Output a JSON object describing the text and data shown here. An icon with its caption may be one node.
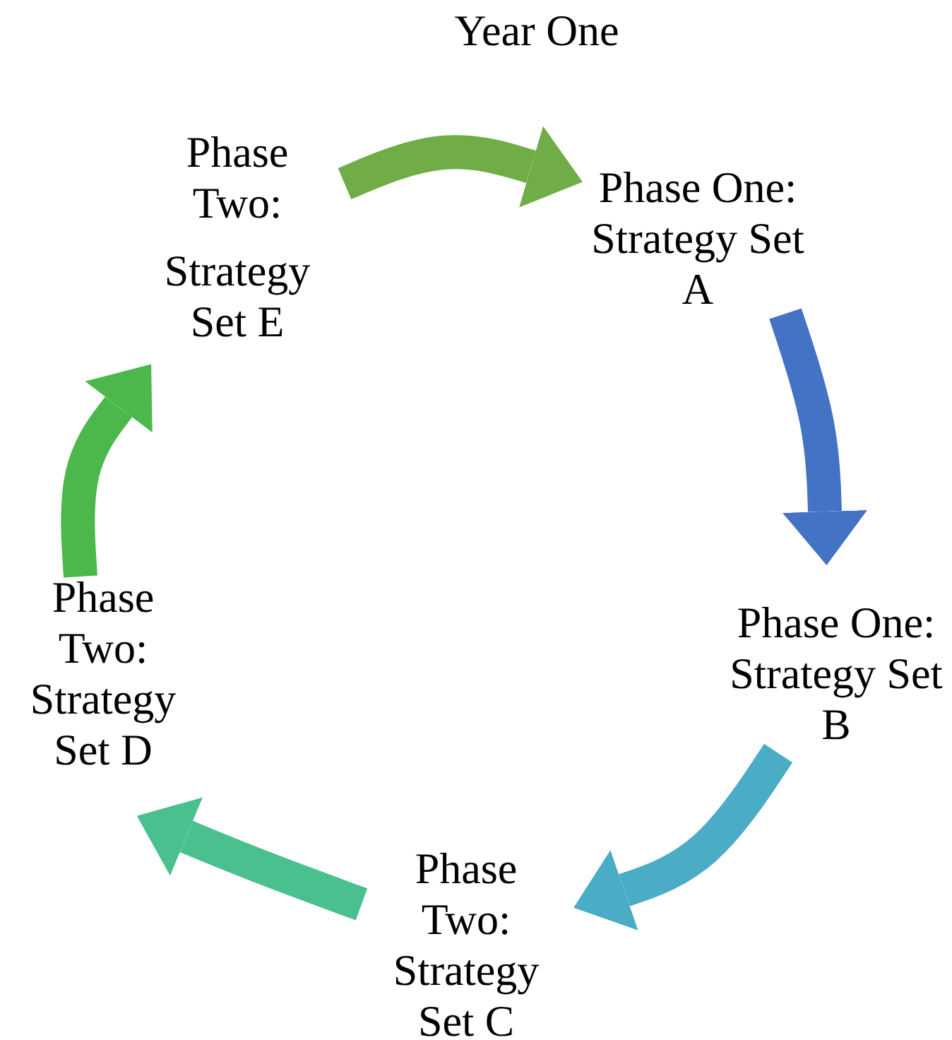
{
  "diagram": {
    "title": "Year One",
    "nodes": [
      {
        "text": [
          "Phase One: Strategy Set A"
        ]
      },
      {
        "text": [
          "Phase One: Strategy Set B"
        ]
      },
      {
        "text": [
          "Phase Two: Strategy Set C"
        ]
      },
      {
        "text": [
          "Phase Two: Strategy Set D"
        ]
      },
      {
        "text": [
          "Phase Two:",
          "Strategy Set E"
        ]
      }
    ],
    "edges": [
      {
        "from": 4,
        "to": 0,
        "arrow": "to",
        "color": "#70ad47"
      },
      {
        "from": 0,
        "to": 1,
        "arrow": "to",
        "color": "#4472c4"
      },
      {
        "from": 1,
        "to": 2,
        "arrow": "to",
        "color": "#4bacc6"
      },
      {
        "from": 2,
        "to": 3,
        "arrow": "to",
        "color": "#4bc08f"
      },
      {
        "from": 3,
        "to": 4,
        "arrow": "to",
        "color": "#4cb84c"
      }
    ]
  }
}
